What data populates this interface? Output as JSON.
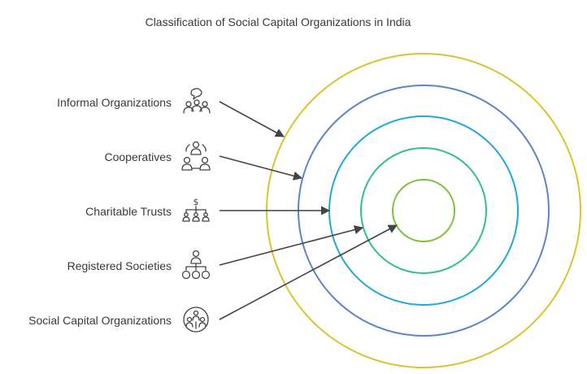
{
  "title": "Classification of Social Capital Organizations in India",
  "levels": [
    {
      "label": "Informal Organizations",
      "icon": "group-discussion-icon",
      "color": "#d9c530"
    },
    {
      "label": "Cooperatives",
      "icon": "cooperation-circle-icon",
      "color": "#5b85c6"
    },
    {
      "label": "Charitable Trusts",
      "icon": "dollar-hierarchy-icon",
      "color": "#22a8d8"
    },
    {
      "label": "Registered Societies",
      "icon": "org-chart-icon",
      "color": "#32bf8c"
    },
    {
      "label": "Social Capital Organizations",
      "icon": "community-globe-icon",
      "color": "#7fbf3f"
    }
  ]
}
